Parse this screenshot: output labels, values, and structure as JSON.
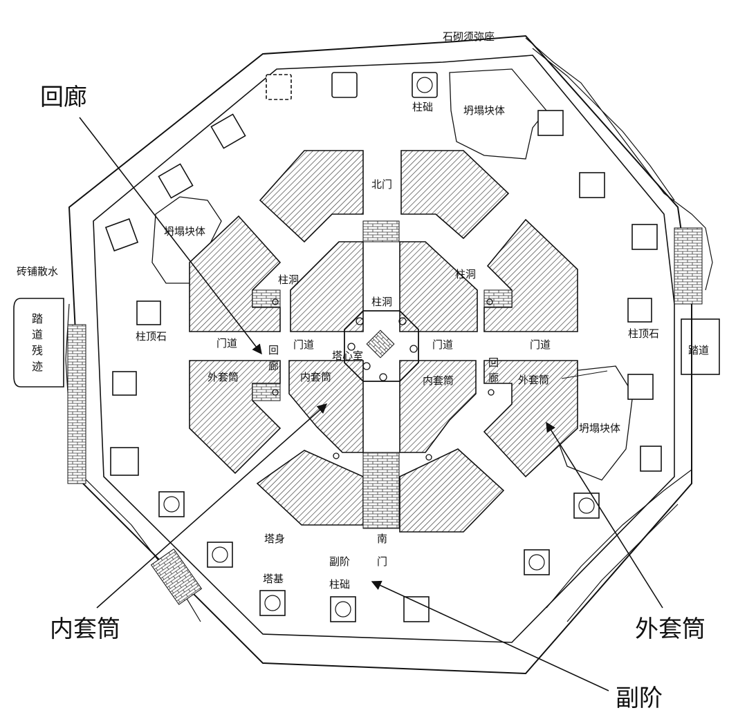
{
  "labels": {
    "shijiu_xumizuo": "石砌须弥座",
    "zhuchu_top": "柱础",
    "tanta_top_right": "坍塌块体",
    "tanta_left": "坍塌块体",
    "beimen": "北门",
    "zhudong_left": "柱洞",
    "zhudong_center": "柱洞",
    "zhudong_right": "柱洞",
    "zhuanpu_sanshui": "砖铺散水",
    "tadao_cantji": [
      "踏",
      "道",
      "残",
      "迹"
    ],
    "zhudingshi_left": "柱顶石",
    "zhudingshi_right": "柱顶石",
    "tadao_right": "踏道",
    "mendao_1": "门道",
    "mendao_2": "门道",
    "mendao_3": "门道",
    "mendao_4": "门道",
    "huilang_left": [
      "回",
      "廊"
    ],
    "huilang_right": [
      "回",
      "廊"
    ],
    "taxinshi": "塔心室",
    "waitaotong_left": "外套筒",
    "neitaotong_left": "内套筒",
    "neitaotong_right": "内套筒",
    "waitaotong_right": "外套筒",
    "tanta_bottom_right": "坍塌块体",
    "tashen": "塔身",
    "nanmen": [
      "南",
      "门"
    ],
    "fujie_small": "副阶",
    "taji": "塔基",
    "zhuchu_bottom": "柱础"
  },
  "callouts": {
    "huilang": "回廊",
    "neitaotong": "内套筒",
    "waitaotong": "外套筒",
    "fujie": "副阶"
  }
}
